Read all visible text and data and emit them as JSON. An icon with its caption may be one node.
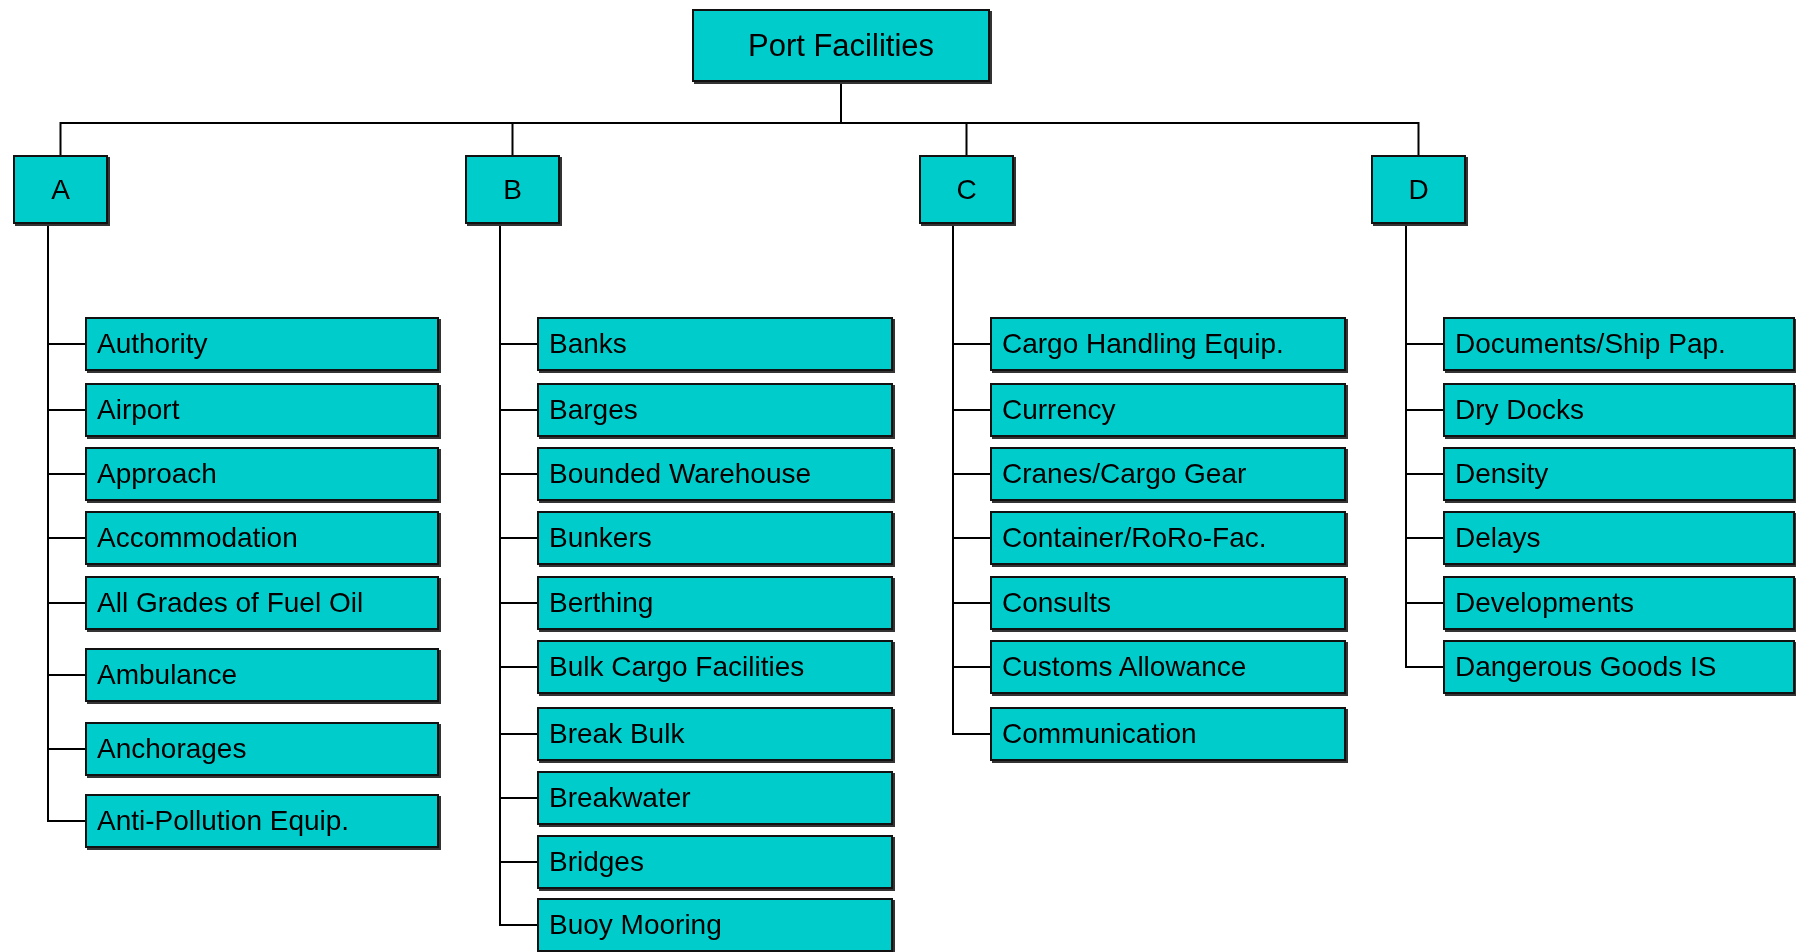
{
  "diagram": {
    "nodes": [
      {
        "text": [
          "Port Facilities"
        ]
      },
      {
        "text": [
          "A"
        ]
      },
      {
        "text": [
          "Authority"
        ]
      },
      {
        "text": [
          "Airport"
        ]
      },
      {
        "text": [
          "Approach"
        ]
      },
      {
        "text": [
          "Accommodation"
        ]
      },
      {
        "text": [
          "All Grades of Fuel Oil"
        ]
      },
      {
        "text": [
          "Ambulance"
        ]
      },
      {
        "text": [
          "Anchorages"
        ]
      },
      {
        "text": [
          "Anti-Pollution Equip."
        ]
      },
      {
        "text": [
          "B"
        ]
      },
      {
        "text": [
          "Banks"
        ]
      },
      {
        "text": [
          "Barges"
        ]
      },
      {
        "text": [
          "Bounded Warehouse"
        ]
      },
      {
        "text": [
          "Bunkers"
        ]
      },
      {
        "text": [
          "Berthing"
        ]
      },
      {
        "text": [
          "Bulk Cargo Facilities"
        ]
      },
      {
        "text": [
          "Break Bulk"
        ]
      },
      {
        "text": [
          "Breakwater"
        ]
      },
      {
        "text": [
          "Bridges"
        ]
      },
      {
        "text": [
          "Buoy Mooring"
        ]
      },
      {
        "text": [
          "C"
        ]
      },
      {
        "text": [
          "Cargo Handling Equip."
        ]
      },
      {
        "text": [
          "Currency"
        ]
      },
      {
        "text": [
          "Cranes/Cargo Gear"
        ]
      },
      {
        "text": [
          "Container/RoRo-Fac."
        ]
      },
      {
        "text": [
          "Consults"
        ]
      },
      {
        "text": [
          "Customs Allowance"
        ]
      },
      {
        "text": [
          "Communication"
        ]
      },
      {
        "text": [
          "D"
        ]
      },
      {
        "text": [
          "Documents/Ship Pap."
        ]
      },
      {
        "text": [
          "Dry Docks"
        ]
      },
      {
        "text": [
          "Density"
        ]
      },
      {
        "text": [
          "Delays"
        ]
      },
      {
        "text": [
          "Developments"
        ]
      },
      {
        "text": [
          "Dangerous Goods IS"
        ]
      }
    ],
    "edges": [
      {
        "from": 0,
        "to": 1,
        "arrow": "none"
      },
      {
        "from": 0,
        "to": 10,
        "arrow": "none"
      },
      {
        "from": 0,
        "to": 21,
        "arrow": "none"
      },
      {
        "from": 0,
        "to": 29,
        "arrow": "none"
      },
      {
        "from": 1,
        "to": 2,
        "arrow": "none"
      },
      {
        "from": 1,
        "to": 3,
        "arrow": "none"
      },
      {
        "from": 1,
        "to": 4,
        "arrow": "none"
      },
      {
        "from": 1,
        "to": 5,
        "arrow": "none"
      },
      {
        "from": 1,
        "to": 6,
        "arrow": "none"
      },
      {
        "from": 1,
        "to": 7,
        "arrow": "none"
      },
      {
        "from": 1,
        "to": 8,
        "arrow": "none"
      },
      {
        "from": 1,
        "to": 9,
        "arrow": "none"
      },
      {
        "from": 10,
        "to": 11,
        "arrow": "none"
      },
      {
        "from": 10,
        "to": 12,
        "arrow": "none"
      },
      {
        "from": 10,
        "to": 13,
        "arrow": "none"
      },
      {
        "from": 10,
        "to": 14,
        "arrow": "none"
      },
      {
        "from": 10,
        "to": 15,
        "arrow": "none"
      },
      {
        "from": 10,
        "to": 16,
        "arrow": "none"
      },
      {
        "from": 10,
        "to": 17,
        "arrow": "none"
      },
      {
        "from": 10,
        "to": 18,
        "arrow": "none"
      },
      {
        "from": 10,
        "to": 19,
        "arrow": "none"
      },
      {
        "from": 10,
        "to": 20,
        "arrow": "none"
      },
      {
        "from": 21,
        "to": 22,
        "arrow": "none"
      },
      {
        "from": 21,
        "to": 23,
        "arrow": "none"
      },
      {
        "from": 21,
        "to": 24,
        "arrow": "none"
      },
      {
        "from": 21,
        "to": 25,
        "arrow": "none"
      },
      {
        "from": 21,
        "to": 26,
        "arrow": "none"
      },
      {
        "from": 21,
        "to": 27,
        "arrow": "none"
      },
      {
        "from": 21,
        "to": 28,
        "arrow": "none"
      },
      {
        "from": 29,
        "to": 30,
        "arrow": "none"
      },
      {
        "from": 29,
        "to": 31,
        "arrow": "none"
      },
      {
        "from": 29,
        "to": 32,
        "arrow": "none"
      },
      {
        "from": 29,
        "to": 33,
        "arrow": "none"
      },
      {
        "from": 29,
        "to": 34,
        "arrow": "none"
      },
      {
        "from": 29,
        "to": 35,
        "arrow": "none"
      }
    ]
  }
}
